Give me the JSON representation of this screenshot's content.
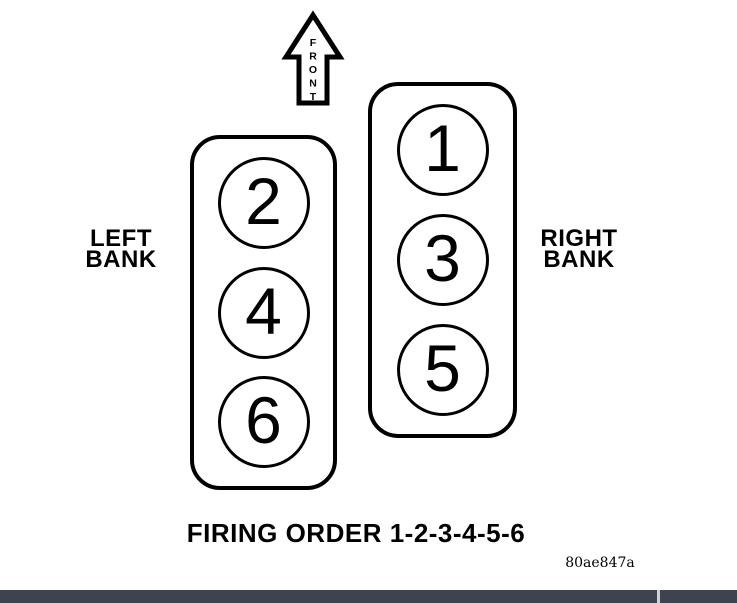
{
  "diagram": {
    "front_label": "FRONT",
    "left_bank": {
      "label_line1": "LEFT",
      "label_line2": "BANK",
      "cylinders": [
        "2",
        "4",
        "6"
      ]
    },
    "right_bank": {
      "label_line1": "RIGHT",
      "label_line2": "BANK",
      "cylinders": [
        "1",
        "3",
        "5"
      ]
    },
    "firing_order_caption": "FIRING ORDER 1-2-3-4-5-6",
    "figure_code": "80ae847a"
  },
  "colors": {
    "ink": "#000000",
    "bottom_bar": "#3d4450",
    "bottom_bar_divider": "#ccd2d8"
  }
}
